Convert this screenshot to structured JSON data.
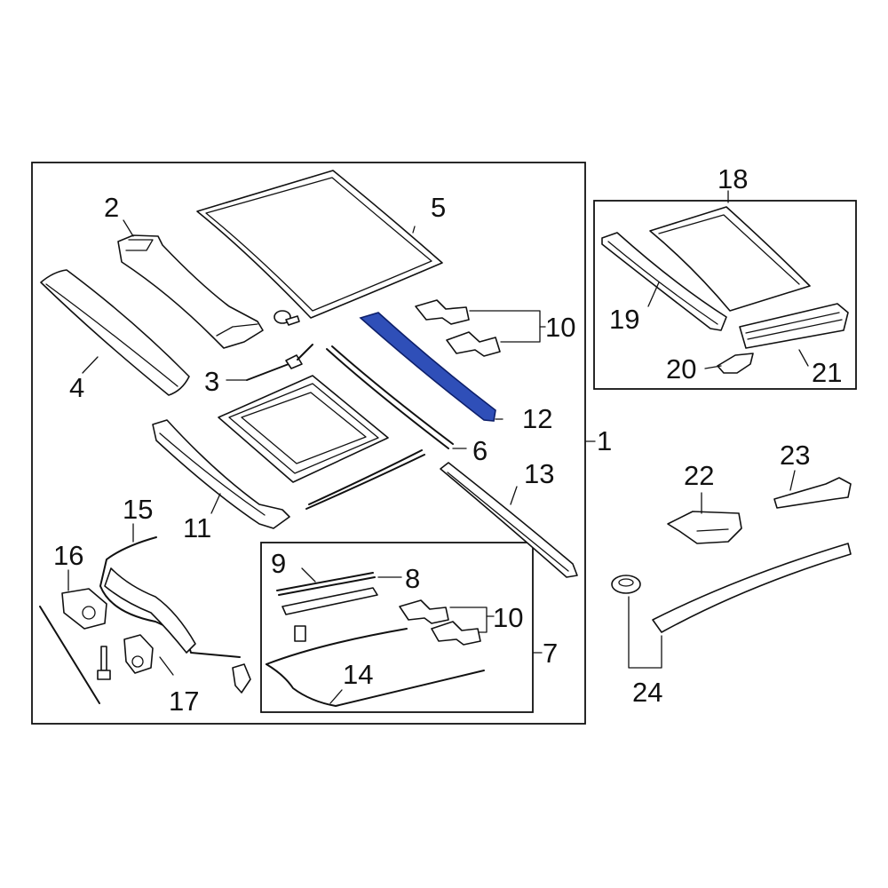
{
  "highlight_color": "#2f4fb8",
  "callouts": {
    "c1": "1",
    "c2": "2",
    "c3": "3",
    "c4": "4",
    "c5": "5",
    "c6": "6",
    "c7": "7",
    "c8": "8",
    "c9": "9",
    "c10a": "10",
    "c10b": "10",
    "c11": "11",
    "c12": "12",
    "c13": "13",
    "c14": "14",
    "c15": "15",
    "c16": "16",
    "c17": "17",
    "c18": "18",
    "c19": "19",
    "c20": "20",
    "c21": "21",
    "c22": "22",
    "c23": "23",
    "c24": "24"
  }
}
